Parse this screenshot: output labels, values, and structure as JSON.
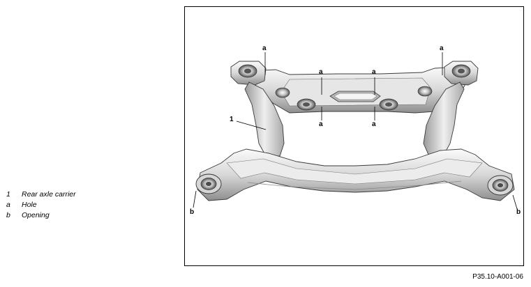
{
  "legend": [
    {
      "key": "1",
      "text": "Rear axle carrier"
    },
    {
      "key": "a",
      "text": "Hole"
    },
    {
      "key": "b",
      "text": "Opening"
    }
  ],
  "callouts": {
    "part1": "1",
    "hole": "a",
    "opening": "b"
  },
  "figure_id": "P35.10-A001-06",
  "colors": {
    "metal_light": "#f2f2f2",
    "metal_mid": "#c9c9c9",
    "metal_dark": "#7a7a7a",
    "outline": "#3a3a3a"
  }
}
